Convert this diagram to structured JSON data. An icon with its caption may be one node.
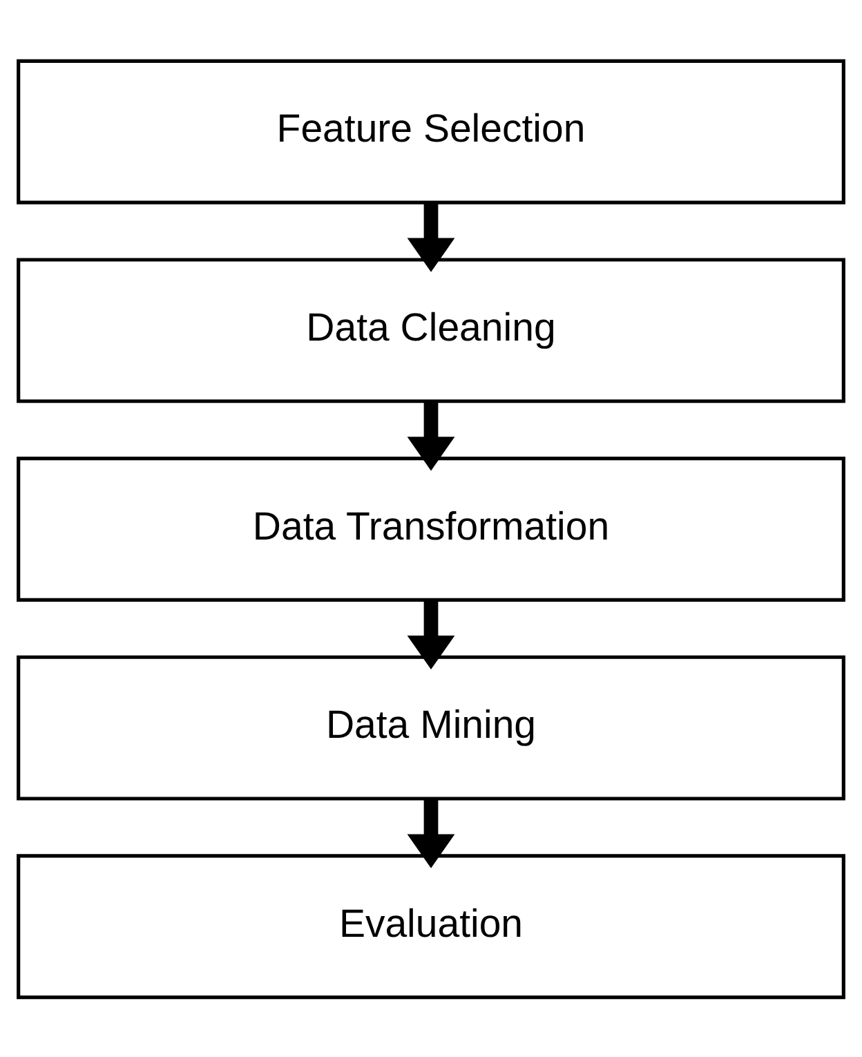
{
  "diagram": {
    "nodes": [
      {
        "text": [
          "Feature Selection"
        ]
      },
      {
        "text": [
          "Data Cleaning"
        ]
      },
      {
        "text": [
          "Data Transformation"
        ]
      },
      {
        "text": [
          "Data Mining"
        ]
      },
      {
        "text": [
          "Evaluation"
        ]
      }
    ],
    "edges": [
      {
        "from": 0,
        "to": 1,
        "arrow": "to"
      },
      {
        "from": 1,
        "to": 2,
        "arrow": "to"
      },
      {
        "from": 2,
        "to": 3,
        "arrow": "to"
      },
      {
        "from": 3,
        "to": 4,
        "arrow": "to"
      }
    ]
  }
}
